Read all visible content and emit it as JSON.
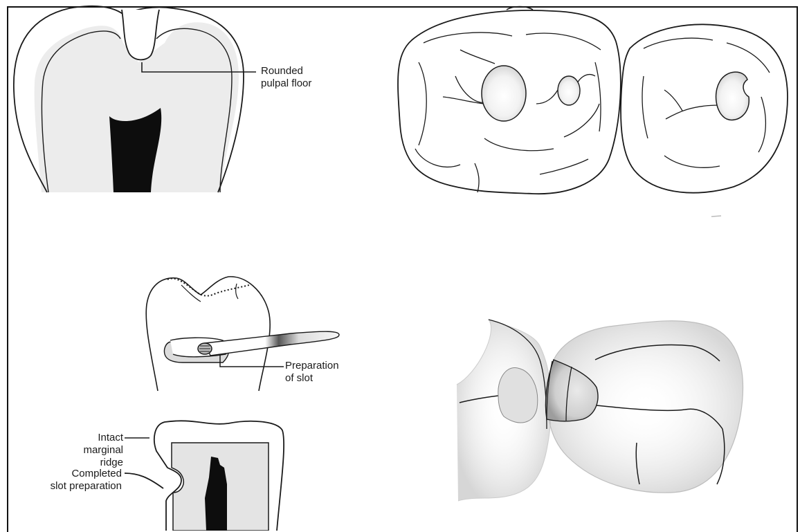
{
  "labels": {
    "rounded_pulpal_floor": [
      "Rounded",
      "pulpal floor"
    ],
    "preparation_of_slot": [
      "Preparation",
      "of slot"
    ],
    "intact_marginal_ridge": [
      "Intact",
      "marginal",
      "ridge"
    ],
    "completed_slot_preparation": [
      "Completed",
      "slot preparation"
    ]
  },
  "colors": {
    "ink": "#1a1a1a",
    "dentin_fill": "#e6e6e6",
    "pulp_fill": "#0d0d0d",
    "shade": "#cfcfcf"
  }
}
